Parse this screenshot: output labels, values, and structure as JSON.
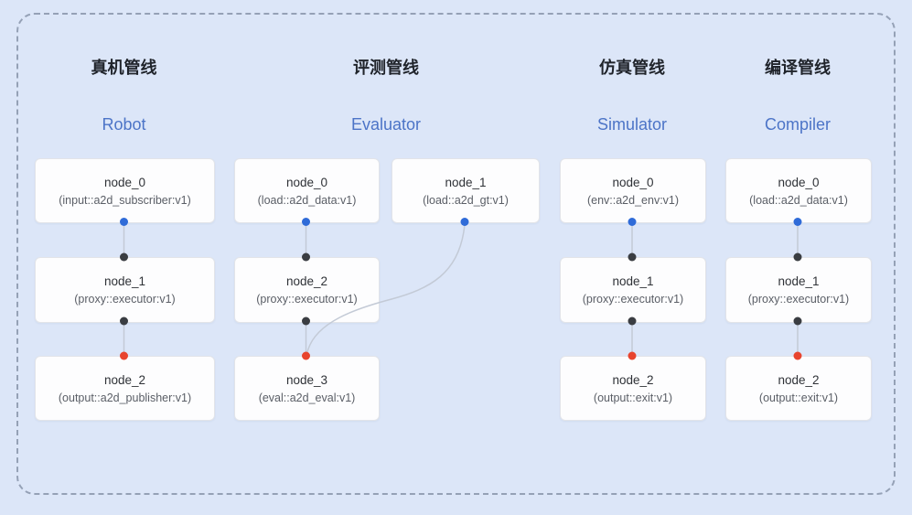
{
  "pipelines": {
    "robot": {
      "title_zh": "真机管线",
      "title_en": "Robot",
      "nodes": {
        "n0": {
          "name": "node_0",
          "type": "(input::a2d_subscriber:v1)"
        },
        "n1": {
          "name": "node_1",
          "type": "(proxy::executor:v1)"
        },
        "n2": {
          "name": "node_2",
          "type": "(output::a2d_publisher:v1)"
        }
      }
    },
    "evaluator": {
      "title_zh": "评测管线",
      "title_en": "Evaluator",
      "nodes": {
        "n0": {
          "name": "node_0",
          "type": "(load::a2d_data:v1)"
        },
        "n1": {
          "name": "node_1",
          "type": "(load::a2d_gt:v1)"
        },
        "n2": {
          "name": "node_2",
          "type": "(proxy::executor:v1)"
        },
        "n3": {
          "name": "node_3",
          "type": "(eval::a2d_eval:v1)"
        }
      }
    },
    "simulator": {
      "title_zh": "仿真管线",
      "title_en": "Simulator",
      "nodes": {
        "n0": {
          "name": "node_0",
          "type": "(env::a2d_env:v1)"
        },
        "n1": {
          "name": "node_1",
          "type": "(proxy::executor:v1)"
        },
        "n2": {
          "name": "node_2",
          "type": "(output::exit:v1)"
        }
      }
    },
    "compiler": {
      "title_zh": "编译管线",
      "title_en": "Compiler",
      "nodes": {
        "n0": {
          "name": "node_0",
          "type": "(load::a2d_data:v1)"
        },
        "n1": {
          "name": "node_1",
          "type": "(proxy::executor:v1)"
        },
        "n2": {
          "name": "node_2",
          "type": "(output::exit:v1)"
        }
      }
    }
  },
  "colors": {
    "background": "#dce6f8",
    "dashed_border": "#95a1b6",
    "node_fill": "#fdfdfe",
    "node_border": "#e2e4e9",
    "subtitle_blue": "#4c74c7",
    "dot_blue": "#2f6bd8",
    "dot_dark": "#3a3d42",
    "dot_red": "#e8442e",
    "connector_line": "#c3cad6"
  }
}
